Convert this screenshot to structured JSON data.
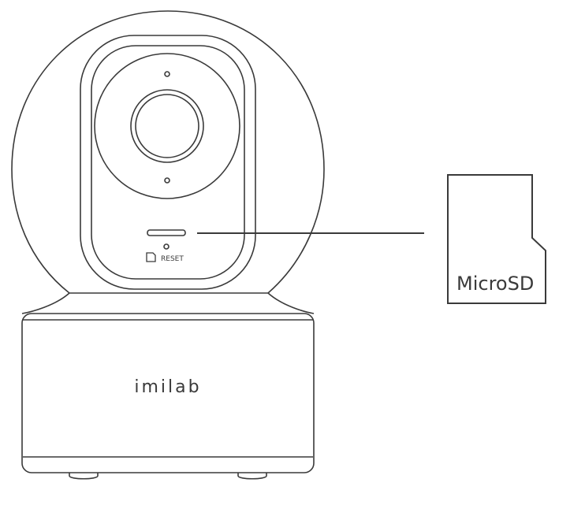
{
  "camera": {
    "brand_logo": "imilab",
    "reset_label": "RESET"
  },
  "sd_card": {
    "label": "MicroSD"
  },
  "colors": {
    "stroke": "#3a3a3a",
    "background": "#ffffff"
  }
}
